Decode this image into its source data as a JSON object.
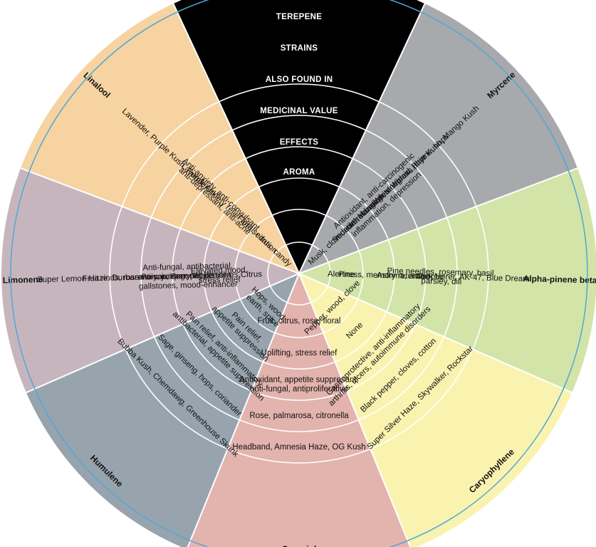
{
  "colors": {
    "outline": "#4fa8d8",
    "header": "#000000",
    "myrcene": "#a7a9ac",
    "alpha_pinene": "#d3e4a8",
    "caryophyllene": "#faf3b0",
    "geraniol": "#e3b3ae",
    "humulene": "#97a4ad",
    "limonene": "#c7b5bd",
    "linalool": "#f6d3a1"
  },
  "header": {
    "rows": [
      "TEREPENE",
      "STRAINS",
      "ALSO FOUND IN",
      "MEDICINAL VALUE",
      "EFFECTS",
      "AROMA"
    ]
  },
  "terpenes": [
    {
      "key": "myrcene",
      "name": "Myrcene",
      "strains": [
        "White Widow, Pure Kush, Mango Kush"
      ],
      "also_found_in": [
        "Mango, lemongrass, thyme, hops"
      ],
      "medicinal_value": [
        "Antioxidant, anti-carcinogenic",
        "muscle relaxation, sleep aid, pain",
        "inflammation, depression"
      ],
      "effects": [
        "Sedative, relaxing"
      ],
      "aroma": [
        "Musk, clove, earth"
      ]
    },
    {
      "key": "alpha_pinene",
      "name": "Alpha-pinene beta-pinene",
      "strains": [
        "Jack Herer, AK-47, Blue Dream"
      ],
      "also_found_in": [
        "Pine needles, rosemary, basil,",
        "parsley, dill"
      ],
      "medicinal_value": [
        "Asthma, antiseptic"
      ],
      "effects": [
        "Alertness, memory retention"
      ],
      "aroma": [
        "Pine"
      ]
    },
    {
      "key": "caryophyllene",
      "name": "Caryophyllene",
      "strains": [
        "Super Silver Haze, Skywalker, Rockstar"
      ],
      "also_found_in": [
        "Black pepper, cloves, cotton"
      ],
      "medicinal_value": [
        "Gastroprotective, anti-inflammatory",
        "arthritis, ulcers, autoimmune disorders"
      ],
      "effects": [
        "None"
      ],
      "aroma": [
        "Pepper, wood, clove"
      ]
    },
    {
      "key": "geraniol",
      "name": "Geraniol",
      "strains": [
        "Headband, Amnesia Haze, OG Kush"
      ],
      "also_found_in": [
        "Rose, palmarosa, citronella"
      ],
      "medicinal_value": [
        "Antioxidant, appetite suppresant,",
        "anti-fungal, antiproliferative"
      ],
      "effects": [
        "Uplifting, stress relief"
      ],
      "aroma": [
        "Fruit, citrus, rose, floral"
      ]
    },
    {
      "key": "humulene",
      "name": "Humulene",
      "strains": [
        "Bubba Kush, Chemdawg, Greenhouse Skunk"
      ],
      "also_found_in": [
        "Sage, ginseng, hops, coriander"
      ],
      "medicinal_value": [
        "Pain relief, anti-inflammatory,",
        "antibacterial, appetite suppression"
      ],
      "effects": [
        "Pain relief,",
        "appetite suppression"
      ],
      "aroma": [
        "Hops, wood,",
        "earth, spice"
      ]
    },
    {
      "key": "limonene",
      "name": "Limonene",
      "strains": [
        "Super Lemon Haze, Durban Poison, Berry White"
      ],
      "also_found_in": [
        "Fruit rinds, rosemary, juniper, peppermint"
      ],
      "medicinal_value": [
        "Anti-fungal, antibacterial,",
        "anti-carcinogenic, dissolves",
        "gallstones, mood-enhancer"
      ],
      "effects": [
        "Elevated mood,",
        "stress relief"
      ],
      "aroma": [
        "Citrus"
      ]
    },
    {
      "key": "linalool",
      "name": "Linalool",
      "strains": [
        "Lavender, Purple Kush, Purple Urkle"
      ],
      "also_found_in": [
        "Lavender"
      ],
      "medicinal_value": [
        "Anti-anxiety, anti-convulsant",
        "anti-depressant, anti-acne"
      ],
      "effects": [
        "Anxiety relief and sedation"
      ],
      "aroma": [
        "Floral, citrus, candy"
      ]
    }
  ]
}
